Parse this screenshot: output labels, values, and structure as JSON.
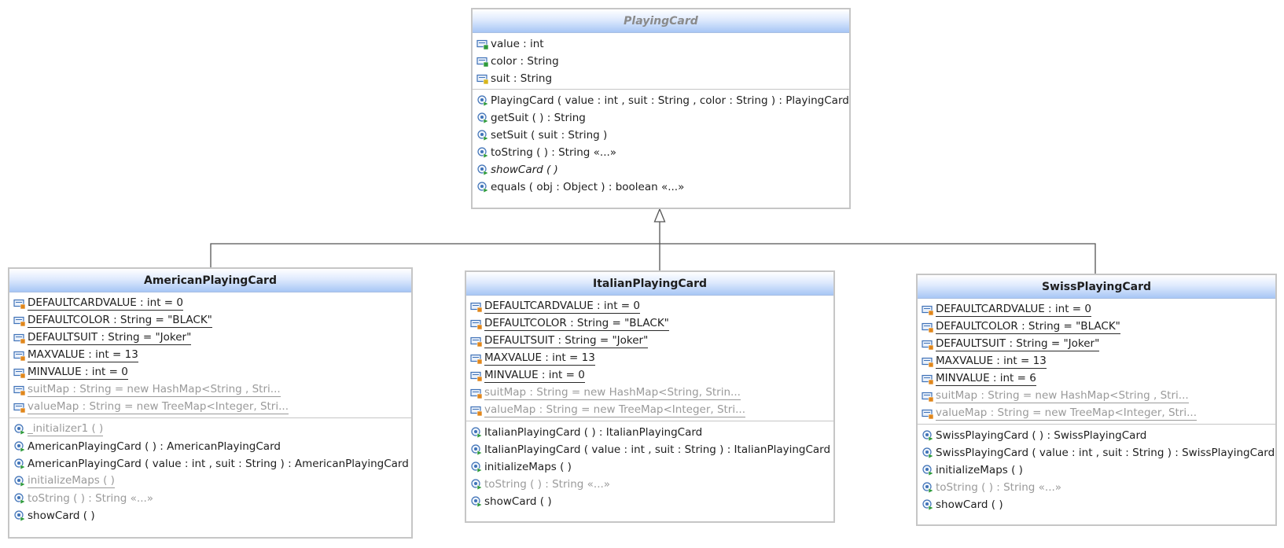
{
  "diagram": {
    "colors": {
      "header_light": "#dfeafd",
      "header_dark": "#a7c6f5",
      "border": "#c6c6c6",
      "edge": "#555555",
      "icon_blue": "#3f72b7",
      "icon_green": "#2e9a3a",
      "icon_orange": "#e0871c",
      "icon_yellow": "#d7b51c",
      "inherited_text": "#9a9a9a"
    },
    "classes": [
      {
        "name": "PlayingCard",
        "abstract": true,
        "attributes": [
          {
            "text": "value : int",
            "icon": "field-icon",
            "badge": "green"
          },
          {
            "text": "color : String",
            "icon": "field-icon",
            "badge": "green"
          },
          {
            "text": "suit : String",
            "icon": "field-icon",
            "badge": "yellow"
          }
        ],
        "operations": [
          {
            "text": "PlayingCard ( value : int , suit : String , color : String ) : PlayingCard",
            "icon": "method-icon"
          },
          {
            "text": "getSuit ( ) : String",
            "icon": "method-icon"
          },
          {
            "text": "setSuit ( suit : String )",
            "icon": "method-icon"
          },
          {
            "text": "toString ( ) : String «...»",
            "icon": "method-icon"
          },
          {
            "text": "showCard ( )",
            "icon": "method-icon",
            "italic": true
          },
          {
            "text": "equals ( obj : Object ) : boolean «...»",
            "icon": "method-icon"
          }
        ]
      },
      {
        "name": "AmericanPlayingCard",
        "abstract": false,
        "attributes": [
          {
            "text": "DEFAULTCARDVALUE : int = 0",
            "icon": "field-icon",
            "badge": "orange",
            "static": true
          },
          {
            "text": "DEFAULTCOLOR : String = \"BLACK\"",
            "icon": "field-icon",
            "badge": "orange",
            "static": true
          },
          {
            "text": "DEFAULTSUIT : String = \"Joker\"",
            "icon": "field-icon",
            "badge": "orange",
            "static": true
          },
          {
            "text": "MAXVALUE : int = 13",
            "icon": "field-icon",
            "badge": "orange",
            "static": true
          },
          {
            "text": "MINVALUE : int = 0",
            "icon": "field-icon",
            "badge": "orange",
            "static": true
          },
          {
            "text": "suitMap : String = new HashMap<String , Stri...",
            "icon": "field-icon",
            "badge": "orange",
            "static": true,
            "inherited": true
          },
          {
            "text": "valueMap : String = new TreeMap<Integer, Stri...",
            "icon": "field-icon",
            "badge": "orange",
            "static": true,
            "inherited": true
          }
        ],
        "operations": [
          {
            "text": "_initializer1 ( )",
            "icon": "method-icon",
            "static": true,
            "inherited": true
          },
          {
            "text": "AmericanPlayingCard ( ) : AmericanPlayingCard",
            "icon": "method-icon"
          },
          {
            "text": "AmericanPlayingCard ( value : int , suit : String ) : AmericanPlayingCard",
            "icon": "method-icon"
          },
          {
            "text": "initializeMaps ( )",
            "icon": "method-icon",
            "static": true,
            "inherited": true
          },
          {
            "text": "toString ( ) : String «...»",
            "icon": "method-icon",
            "inherited": true
          },
          {
            "text": "showCard ( )",
            "icon": "method-icon"
          }
        ]
      },
      {
        "name": "ItalianPlayingCard",
        "abstract": false,
        "attributes": [
          {
            "text": "DEFAULTCARDVALUE : int = 0",
            "icon": "field-icon",
            "badge": "orange",
            "static": true
          },
          {
            "text": "DEFAULTCOLOR : String = \"BLACK\"",
            "icon": "field-icon",
            "badge": "orange",
            "static": true
          },
          {
            "text": "DEFAULTSUIT : String = \"Joker\"",
            "icon": "field-icon",
            "badge": "orange",
            "static": true
          },
          {
            "text": "MAXVALUE : int = 13",
            "icon": "field-icon",
            "badge": "orange",
            "static": true
          },
          {
            "text": "MINVALUE : int = 0",
            "icon": "field-icon",
            "badge": "orange",
            "static": true
          },
          {
            "text": "suitMap : String = new HashMap<String, Strin...",
            "icon": "field-icon",
            "badge": "orange",
            "static": true,
            "inherited": true
          },
          {
            "text": "valueMap : String = new TreeMap<Integer, Stri...",
            "icon": "field-icon",
            "badge": "orange",
            "static": true,
            "inherited": true
          }
        ],
        "operations": [
          {
            "text": "ItalianPlayingCard ( ) : ItalianPlayingCard",
            "icon": "method-icon"
          },
          {
            "text": "ItalianPlayingCard ( value : int , suit : String ) : ItalianPlayingCard",
            "icon": "method-icon"
          },
          {
            "text": "initializeMaps ( )",
            "icon": "method-icon"
          },
          {
            "text": "toString ( ) : String «...»",
            "icon": "method-icon",
            "inherited": true
          },
          {
            "text": "showCard ( )",
            "icon": "method-icon"
          }
        ]
      },
      {
        "name": "SwissPlayingCard",
        "abstract": false,
        "attributes": [
          {
            "text": "DEFAULTCARDVALUE : int = 0",
            "icon": "field-icon",
            "badge": "orange",
            "static": true
          },
          {
            "text": "DEFAULTCOLOR : String = \"BLACK\"",
            "icon": "field-icon",
            "badge": "orange",
            "static": true
          },
          {
            "text": "DEFAULTSUIT : String = \"Joker\"",
            "icon": "field-icon",
            "badge": "orange",
            "static": true
          },
          {
            "text": "MAXVALUE : int = 13",
            "icon": "field-icon",
            "badge": "orange",
            "static": true
          },
          {
            "text": "MINVALUE : int = 6",
            "icon": "field-icon",
            "badge": "orange",
            "static": true
          },
          {
            "text": "suitMap : String = new HashMap<String , Stri...",
            "icon": "field-icon",
            "badge": "orange",
            "static": true,
            "inherited": true
          },
          {
            "text": "valueMap : String = new TreeMap<Integer, Stri...",
            "icon": "field-icon",
            "badge": "orange",
            "static": true,
            "inherited": true
          }
        ],
        "operations": [
          {
            "text": "SwissPlayingCard ( ) : SwissPlayingCard",
            "icon": "method-icon"
          },
          {
            "text": "SwissPlayingCard ( value : int , suit : String ) : SwissPlayingCard",
            "icon": "method-icon"
          },
          {
            "text": "initializeMaps ( )",
            "icon": "method-icon"
          },
          {
            "text": "toString ( ) : String «...»",
            "icon": "method-icon",
            "inherited": true
          },
          {
            "text": "showCard ( )",
            "icon": "method-icon"
          }
        ]
      }
    ],
    "relations": [
      {
        "type": "generalization",
        "from": "AmericanPlayingCard",
        "to": "PlayingCard"
      },
      {
        "type": "generalization",
        "from": "ItalianPlayingCard",
        "to": "PlayingCard"
      },
      {
        "type": "generalization",
        "from": "SwissPlayingCard",
        "to": "PlayingCard"
      }
    ]
  }
}
